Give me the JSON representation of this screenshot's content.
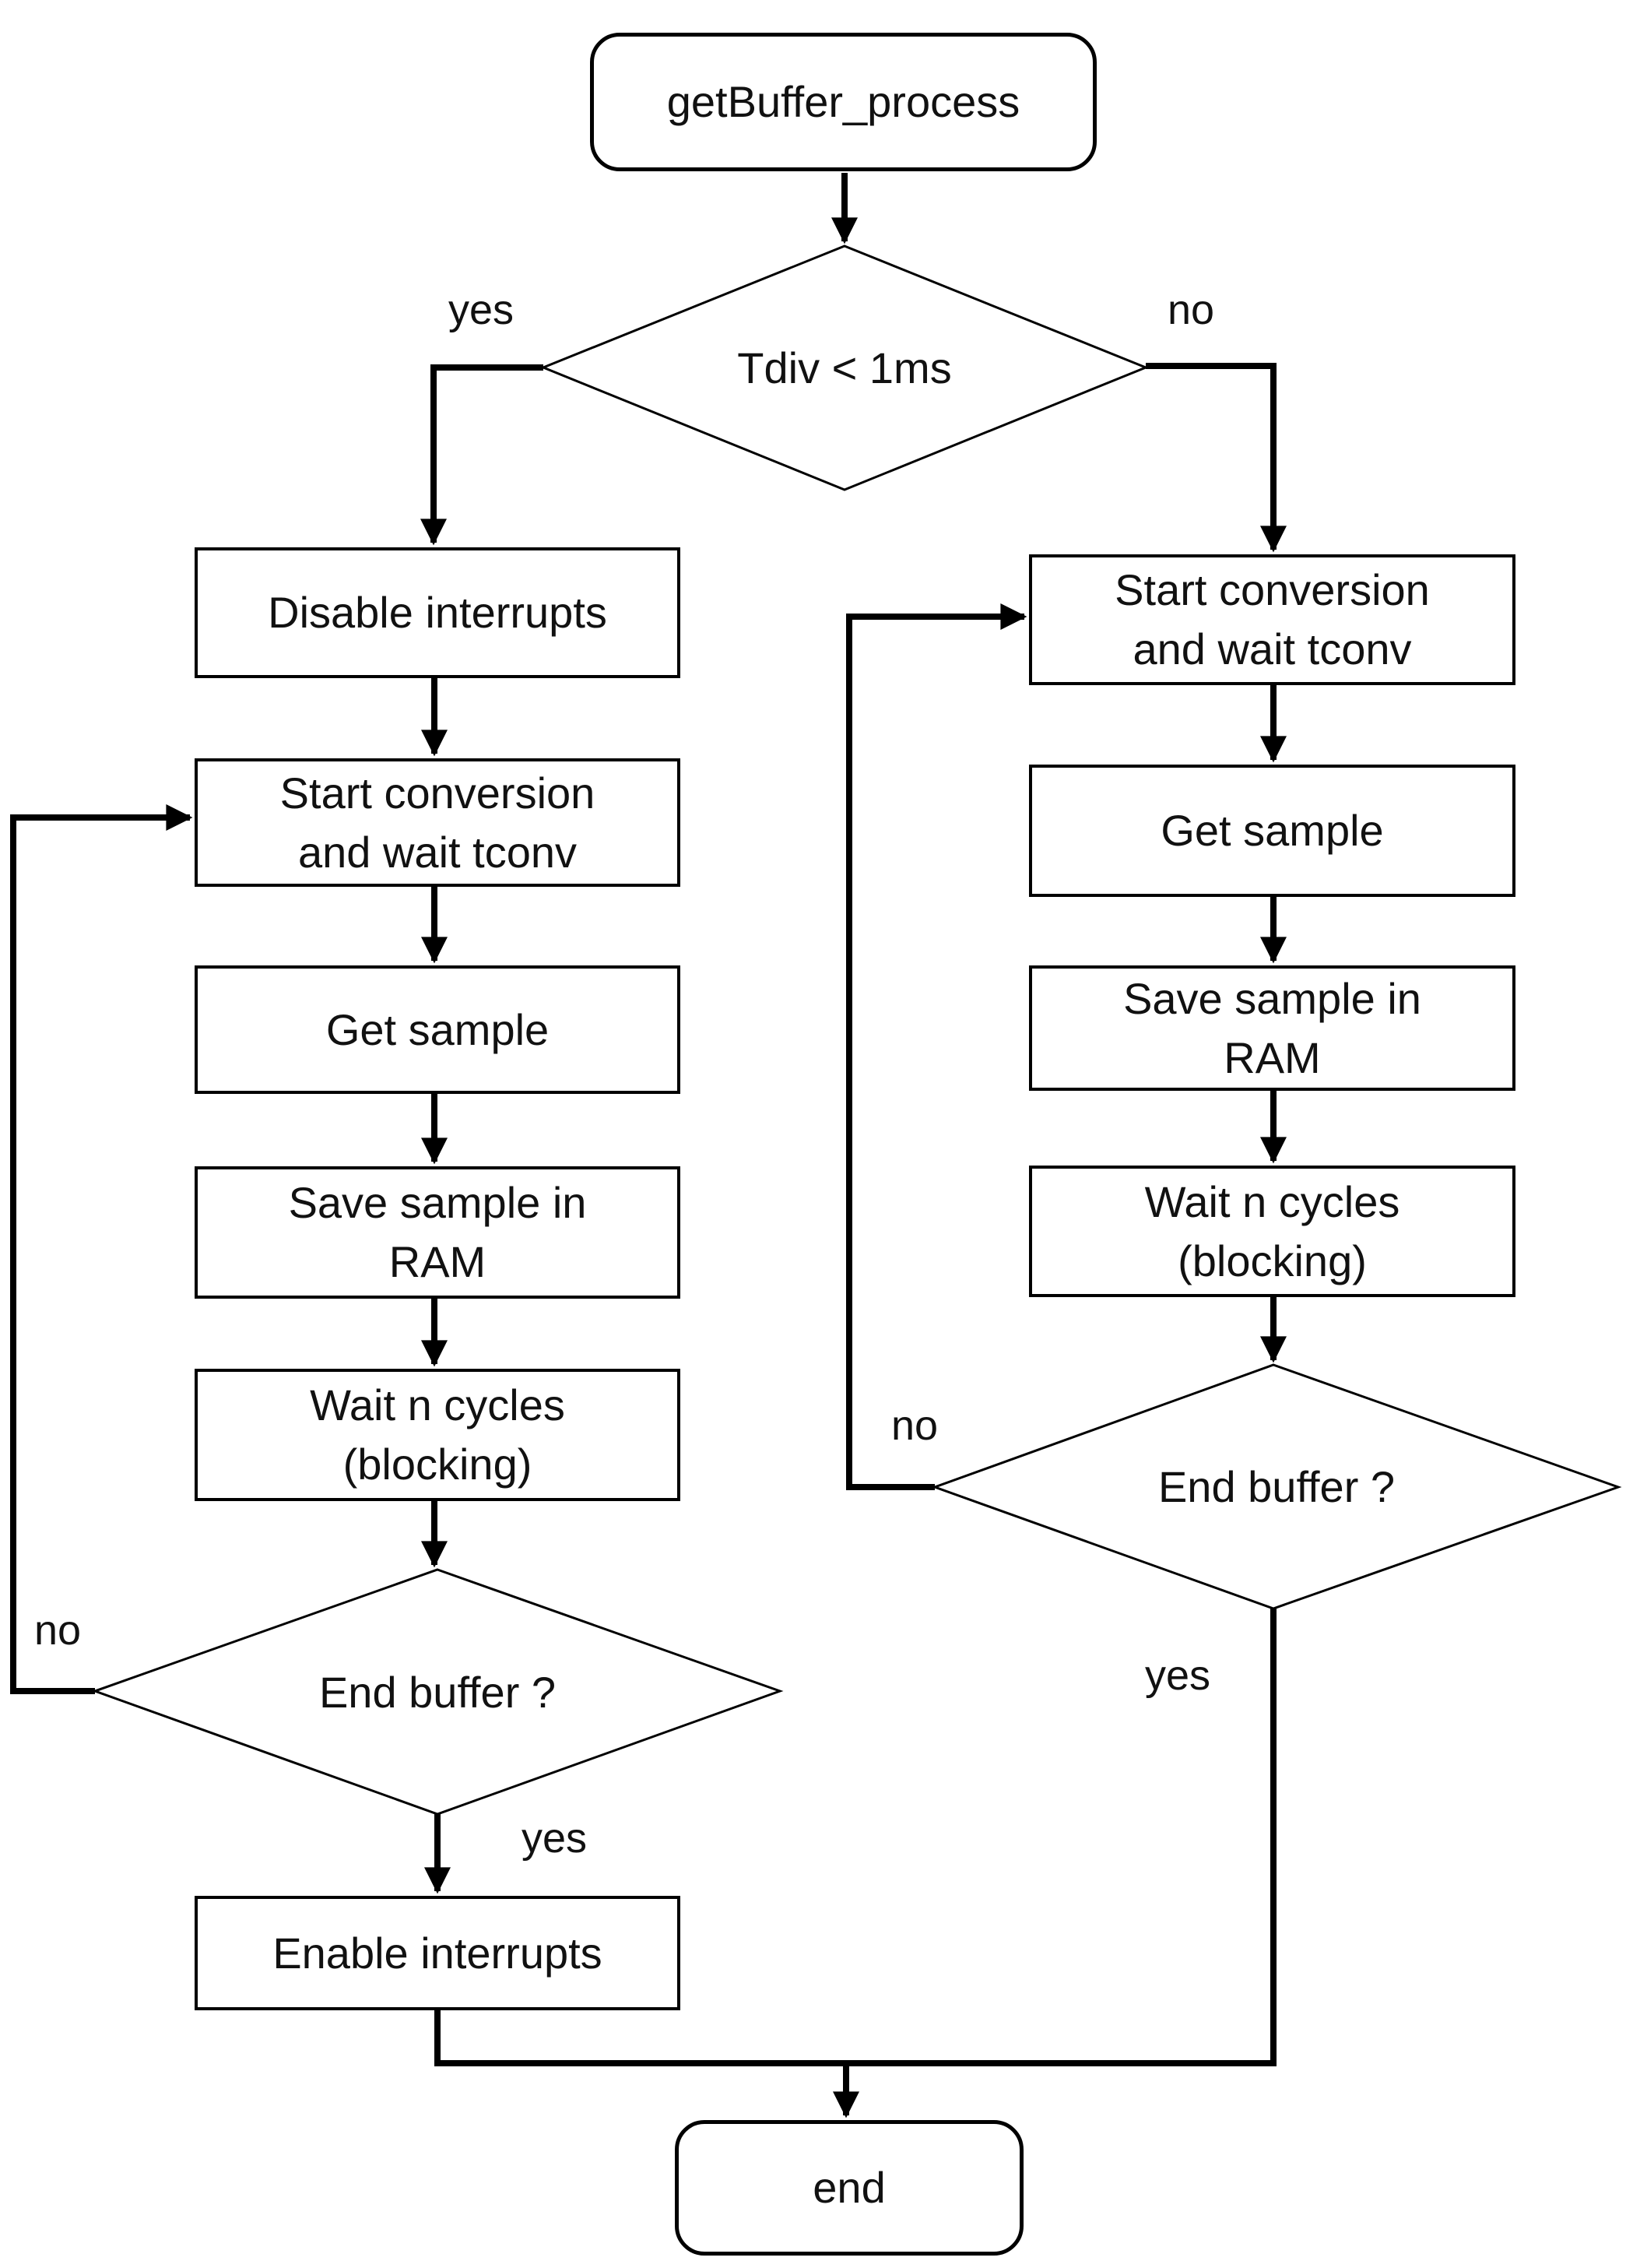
{
  "diagram": {
    "kind": "flowchart",
    "colors": {
      "background": "#ffffff",
      "stroke": "#000000",
      "text": "#111111"
    },
    "nodes": {
      "start": "getBuffer_process",
      "decision_tdiv": "Tdiv < 1ms",
      "left_disable_interrupts": "Disable interrupts",
      "left_start_conversion": "Start conversion\nand wait tconv",
      "left_get_sample": "Get sample",
      "left_save_sample": "Save sample in\nRAM",
      "left_wait_cycles": "Wait n cycles\n(blocking)",
      "left_end_buffer": "End buffer ?",
      "left_enable_interrupts": "Enable interrupts",
      "right_start_conversion": "Start conversion\nand wait tconv",
      "right_get_sample": "Get sample",
      "right_save_sample": "Save sample in\nRAM",
      "right_wait_cycles": "Wait n cycles\n(blocking)",
      "right_end_buffer": "End buffer ?",
      "end": "end"
    },
    "edge_labels": {
      "tdiv_yes": "yes",
      "tdiv_no": "no",
      "left_loop_no": "no",
      "left_exit_yes": "yes",
      "right_loop_no": "no",
      "right_exit_yes": "yes"
    }
  }
}
